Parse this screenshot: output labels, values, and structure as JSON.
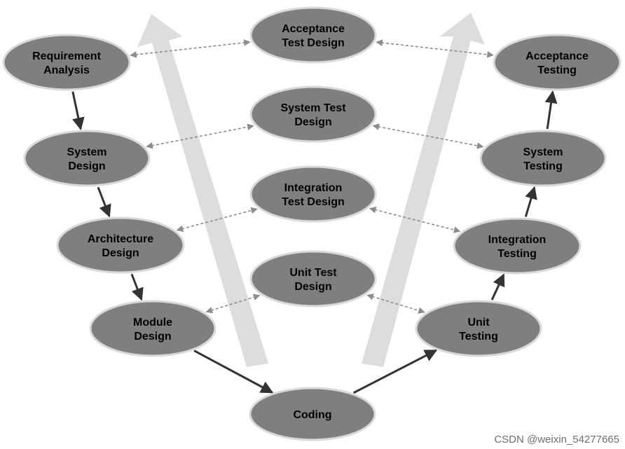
{
  "diagram": {
    "nodes": [
      {
        "id": "req",
        "lines": [
          "Requirement",
          "Analysis"
        ]
      },
      {
        "id": "sysd",
        "lines": [
          "System",
          "Design"
        ]
      },
      {
        "id": "arch",
        "lines": [
          "Architecture",
          "Design"
        ]
      },
      {
        "id": "mod",
        "lines": [
          "Module",
          "Design"
        ]
      },
      {
        "id": "coding",
        "lines": [
          "Coding"
        ]
      },
      {
        "id": "unit",
        "lines": [
          "Unit",
          "Testing"
        ]
      },
      {
        "id": "integ",
        "lines": [
          "Integration",
          "Testing"
        ]
      },
      {
        "id": "systest",
        "lines": [
          "System",
          "Testing"
        ]
      },
      {
        "id": "acc",
        "lines": [
          "Acceptance",
          "Testing"
        ]
      },
      {
        "id": "acctd",
        "lines": [
          "Acceptance",
          "Test Design"
        ]
      },
      {
        "id": "systd",
        "lines": [
          "System Test",
          "Design"
        ]
      },
      {
        "id": "inttd",
        "lines": [
          "Integration",
          "Test Design"
        ]
      },
      {
        "id": "unittd",
        "lines": [
          "Unit Test",
          "Design"
        ]
      }
    ],
    "flow_edges": [
      [
        "req",
        "sysd"
      ],
      [
        "sysd",
        "arch"
      ],
      [
        "arch",
        "mod"
      ],
      [
        "mod",
        "coding"
      ],
      [
        "coding",
        "unit"
      ],
      [
        "unit",
        "integ"
      ],
      [
        "integ",
        "systest"
      ],
      [
        "systest",
        "acc"
      ]
    ],
    "test_design_links": [
      [
        "req",
        "acctd"
      ],
      [
        "acctd",
        "acc"
      ],
      [
        "sysd",
        "systd"
      ],
      [
        "systd",
        "systest"
      ],
      [
        "arch",
        "inttd"
      ],
      [
        "inttd",
        "integ"
      ],
      [
        "mod",
        "unittd"
      ],
      [
        "unittd",
        "unit"
      ]
    ],
    "colors": {
      "node_fill": "#7f7f7f",
      "node_stroke": "#d9d9d9",
      "flow_arrow": "#333333",
      "link_arrow": "#8c8c8c",
      "big_arrow": "#d9d9d9"
    }
  },
  "watermark": "CSDN @weixin_54277665"
}
